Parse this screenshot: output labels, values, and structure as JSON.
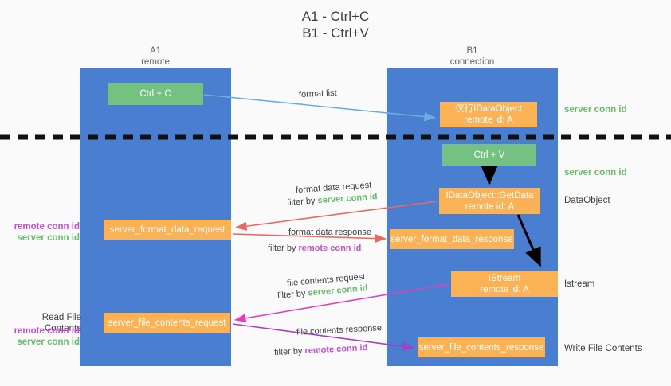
{
  "title": "A1 - Ctrl+C\nB1 - Ctrl+V",
  "lanes": {
    "a": {
      "header": "A1\nremote"
    },
    "b": {
      "header": "B1\nconnection"
    }
  },
  "nodes": {
    "ctrl_c": "Ctrl + C",
    "idataobject": "仅行IDataObject\nremote id: A",
    "ctrl_v": "Ctrl + V",
    "getdata": "IDataObject::GetData\nremote id: A",
    "istream": "IStream\nremote id: A",
    "server_format_data_request": "server_format_data_request",
    "server_format_data_response": "server_format_data_response",
    "server_file_contents_request": "server_file_contents_request",
    "server_file_contents_response": "server_file_contents_response"
  },
  "flow_labels": {
    "format_list": "format list",
    "format_data_request": "format data request",
    "format_data_request_filter_prefix": "filter by ",
    "format_data_request_filter_value": "server conn id",
    "format_data_response": "format data response",
    "format_data_response_filter_prefix": "filter by ",
    "format_data_response_filter_value": "remote conn id",
    "file_contents_request": "file contents request",
    "file_contents_request_filter_prefix": "filter by ",
    "file_contents_request_filter_value": "server conn id",
    "file_contents_response": "file contents response",
    "file_contents_response_filter_prefix": "filter by ",
    "file_contents_response_filter_value": "remote conn id"
  },
  "annotations": {
    "server_conn_id_top": "server conn id",
    "server_conn_id_mid": "server conn id",
    "dataobject": "DataObject",
    "istream": "Istream",
    "write_file_contents": "Write File Contents",
    "read_file_contents": "Read File Contents",
    "remote_conn_id": "remote conn id",
    "server_conn_id": "server conn id"
  },
  "colors": {
    "lane": "#4a7ed1",
    "green_node": "#73c282",
    "orange_node": "#fbb254",
    "green_text": "#67bb6a",
    "purple_text": "#c44fd0",
    "blue_arrow": "#6aaede",
    "red_arrow": "#e8685f",
    "magenta_arrow": "#e040c0",
    "purple_arrow": "#a63fc4",
    "black_arrow": "#000000",
    "background": "#fafafa"
  }
}
